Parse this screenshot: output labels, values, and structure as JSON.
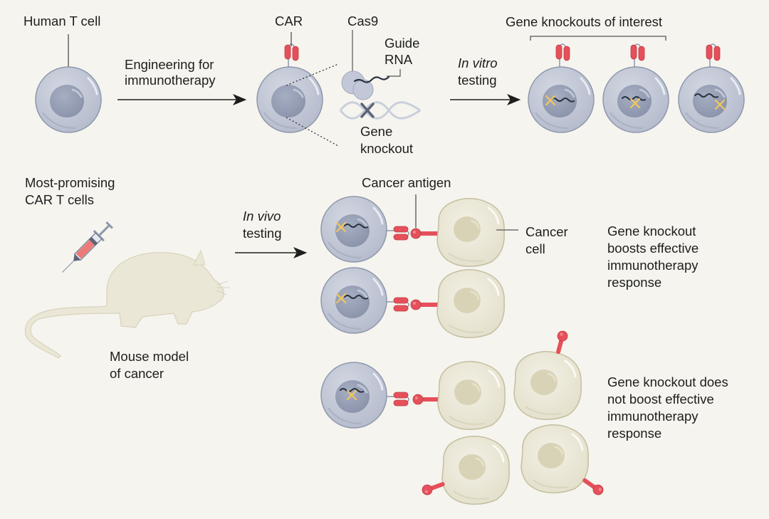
{
  "figure": {
    "topic": "CRISPR screening of CAR T cells for cancer immunotherapy",
    "colors": {
      "background": "#f5f4ee",
      "t_cell": "#c3c8d6",
      "t_cell_nucleus": "#9aa3b8",
      "car_receptor": "#e5505a",
      "cancer_cell": "#ebe8da",
      "cancer_nucleus": "#d8d3b8",
      "antigen": "#e5505a",
      "knockout_marker": "#f2c75c",
      "mouse": "#ebe7d6",
      "arrow": "#1e1e1e"
    }
  },
  "labels": {
    "human_t_cell": "Human T cell",
    "engineering_line1": "Engineering for",
    "engineering_line2": "immunotherapy",
    "car": "CAR",
    "cas9": "Cas9",
    "guide_rna_line1": "Guide",
    "guide_rna_line2": "RNA",
    "gene_knockout_line1": "Gene",
    "gene_knockout_line2": "knockout",
    "in_vitro_italic": "In vitro",
    "in_vitro_testing": "testing",
    "gene_knockouts_of_interest": "Gene knockouts of interest",
    "most_promising_line1": "Most-promising",
    "most_promising_line2": "CAR T cells",
    "in_vivo_italic": "In vivo",
    "in_vivo_testing": "testing",
    "mouse_model_line1": "Mouse model",
    "mouse_model_line2": "of cancer",
    "cancer_antigen": "Cancer antigen",
    "cancer_cell_line1": "Cancer",
    "cancer_cell_line2": "cell",
    "boosts_line1": "Gene knockout",
    "boosts_line2": "boosts effective",
    "boosts_line3": "immunotherapy",
    "boosts_line4": "response",
    "not_boost_line1": "Gene knockout does",
    "not_boost_line2": "not boost effective",
    "not_boost_line3": "immunotherapy",
    "not_boost_line4": "response"
  },
  "knockout_candidates": [
    {
      "name": "knockout-1",
      "marker_position": "left"
    },
    {
      "name": "knockout-2",
      "marker_position": "middle"
    },
    {
      "name": "knockout-3",
      "marker_position": "right"
    }
  ],
  "outcomes": [
    {
      "name": "effective",
      "t_cells": 2,
      "cancer_cells": 2
    },
    {
      "name": "ineffective",
      "t_cells": 1,
      "cancer_cells": 4
    }
  ]
}
